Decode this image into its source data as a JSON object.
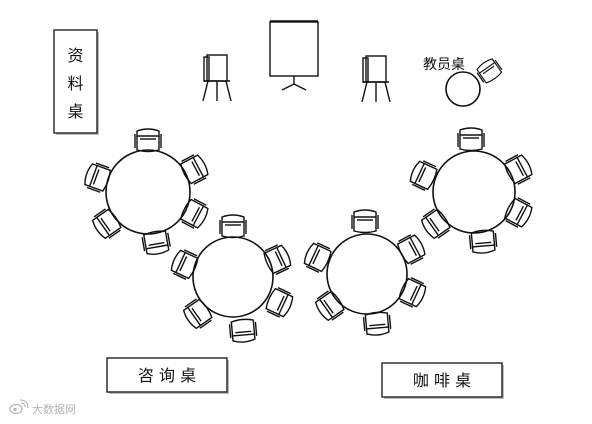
{
  "labels": {
    "resource_table": [
      "资",
      "料",
      "桌"
    ],
    "teacher_table": "教员桌",
    "consult_table": "咨 询 桌",
    "coffee_table": "咖 啡 桌"
  },
  "watermark": {
    "text": "大数据网"
  },
  "layout": {
    "table_groups": 4,
    "chairs_per_table": 6
  },
  "colors": {
    "ink": "#111111",
    "watermark": "#9a9a9a"
  },
  "icons": [
    "easel-icon",
    "projection-screen-icon",
    "chair-icon",
    "round-table-icon",
    "weibo-logo-icon"
  ]
}
